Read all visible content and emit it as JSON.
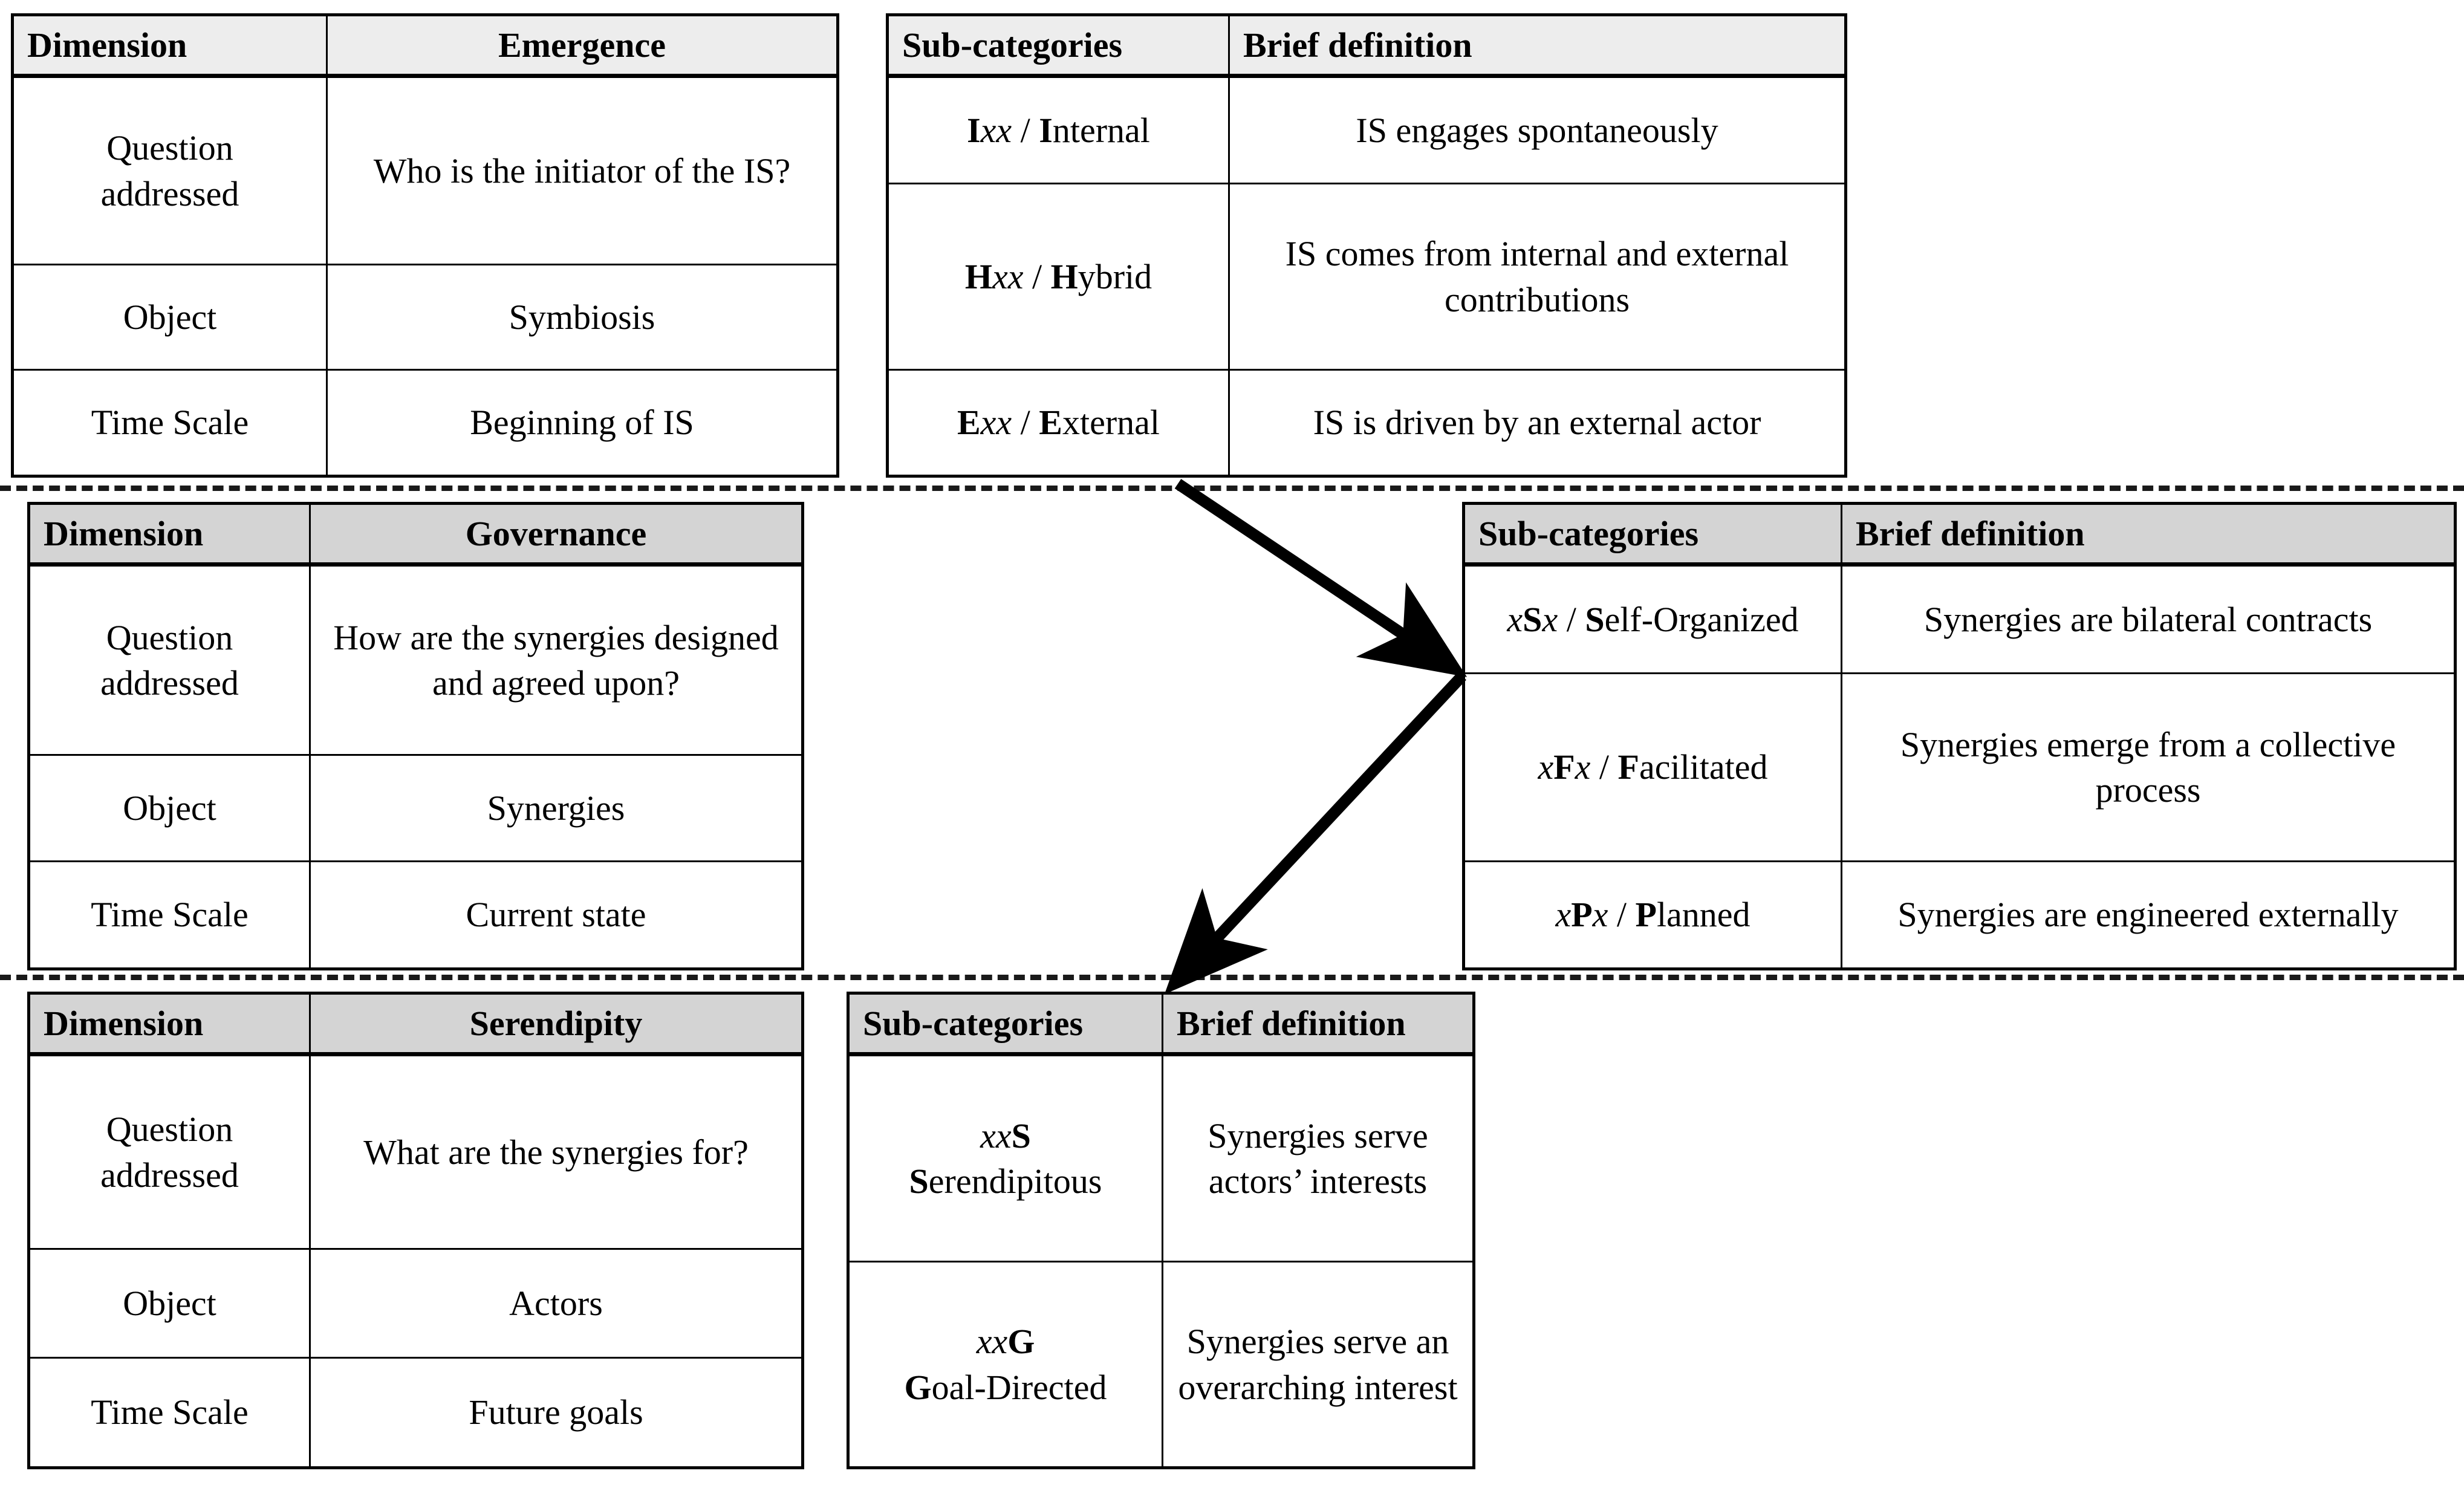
{
  "figure": {
    "separator_color": "#1a1a1a",
    "header_fill_top": "#ededed",
    "header_fill_lower": "#d4d4d4",
    "border_color": "#000000"
  },
  "bands": [
    {
      "id": "emergence",
      "dimension_table": {
        "headers": [
          "Dimension",
          "Emergence"
        ],
        "rows": [
          {
            "label": "Question\naddressed",
            "value": "Who is the initiator of the IS?"
          },
          {
            "label": "Object",
            "value": "Symbiosis"
          },
          {
            "label": "Time Scale",
            "value": "Beginning of IS"
          }
        ]
      },
      "subcategory_table": {
        "headers": [
          "Sub-categories",
          "Brief definition"
        ],
        "rows": [
          {
            "code_bold": "I",
            "code_italic": "xx",
            "code_sep": " / ",
            "name_bold": "I",
            "name_rest": "nternal",
            "definition": "IS engages spontaneously"
          },
          {
            "code_bold": "H",
            "code_italic": "xx",
            "code_sep": " / ",
            "name_bold": "H",
            "name_rest": "ybrid",
            "definition": "IS comes from internal and external contributions"
          },
          {
            "code_bold": "E",
            "code_italic": "xx",
            "code_sep": " / ",
            "name_bold": "E",
            "name_rest": "xternal",
            "definition": "IS is driven by an external actor"
          }
        ]
      }
    },
    {
      "id": "governance",
      "dimension_table": {
        "headers": [
          "Dimension",
          "Governance"
        ],
        "rows": [
          {
            "label": "Question\naddressed",
            "value": "How are the synergies designed and agreed upon?"
          },
          {
            "label": "Object",
            "value": "Synergies"
          },
          {
            "label": "Time Scale",
            "value": "Current state"
          }
        ]
      },
      "subcategory_table": {
        "headers": [
          "Sub-categories",
          "Brief definition"
        ],
        "rows": [
          {
            "code_italic_a": "x",
            "code_bold": "S",
            "code_italic_b": "x",
            "code_sep": " / ",
            "name_bold": "S",
            "name_rest": "elf-Organized",
            "definition": "Synergies are bilateral contracts"
          },
          {
            "code_italic_a": "x",
            "code_bold": "F",
            "code_italic_b": "x",
            "code_sep": " / ",
            "name_bold": "F",
            "name_rest": "acilitated",
            "definition": "Synergies emerge from a collective process"
          },
          {
            "code_italic_a": "x",
            "code_bold": "P",
            "code_italic_b": "x",
            "code_sep": " / ",
            "name_bold": "P",
            "name_rest": "lanned",
            "definition": "Synergies are engineered externally"
          }
        ]
      }
    },
    {
      "id": "serendipity",
      "dimension_table": {
        "headers": [
          "Dimension",
          "Serendipity"
        ],
        "rows": [
          {
            "label": "Question\naddressed",
            "value": "What are the synergies for?"
          },
          {
            "label": "Object",
            "value": "Actors"
          },
          {
            "label": "Time Scale",
            "value": "Future goals"
          }
        ]
      },
      "subcategory_table": {
        "headers": [
          "Sub-categories",
          "Brief definition"
        ],
        "rows": [
          {
            "code_italic": "xx",
            "code_bold": "S",
            "name_bold": "S",
            "name_rest": "erendipitous",
            "definition": "Synergies serve actors’ interests"
          },
          {
            "code_italic": "xx",
            "code_bold": "G",
            "name_bold": "G",
            "name_rest": "oal-Directed",
            "definition": "Synergies serve an overarching interest"
          }
        ]
      }
    }
  ],
  "arrows": [
    {
      "name": "emergence-to-governance",
      "from": "emergence-subcategories-table",
      "to": "governance-subcategories-table"
    },
    {
      "name": "governance-to-serendipity",
      "from": "governance-subcategories-table",
      "to": "serendipity-subcategories-table"
    }
  ]
}
